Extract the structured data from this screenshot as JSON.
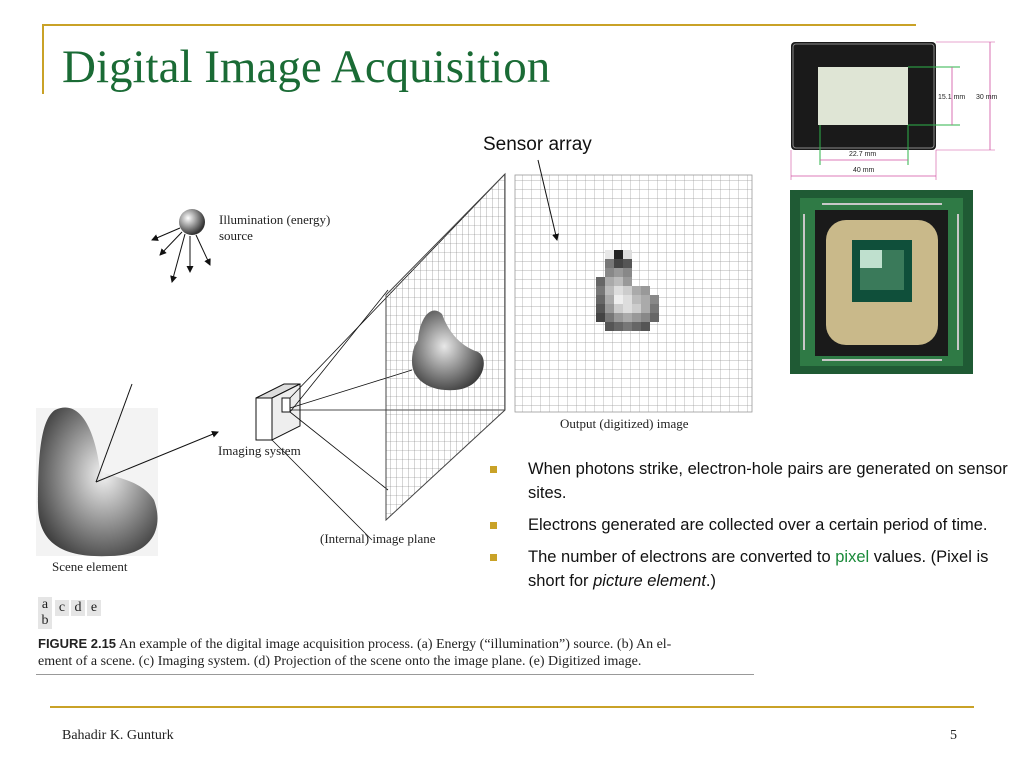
{
  "slide": {
    "title": "Digital Image Acquisition",
    "page_number": "5",
    "author": "Bahadir K. Gunturk"
  },
  "figure": {
    "sensor_array_label": "Sensor array",
    "illumination_label_1": "Illumination (energy)",
    "illumination_label_2": "source",
    "imaging_system_label": "Imaging system",
    "scene_element_label": "Scene element",
    "image_plane_label": "(Internal) image plane",
    "output_label": "Output (digitized) image",
    "panel_letters": [
      "a",
      "b",
      "c",
      "d",
      "e"
    ],
    "caption_bold": "FIGURE 2.15",
    "caption_line1": "An example of the digital image acquisition process. (a) Energy (“illumination”) source. (b) An el-",
    "caption_line2": "ement of a scene. (c) Imaging system. (d) Projection of the scene onto the image plane. (e) Digitized image."
  },
  "sensor_photo": {
    "dim_height": "15.1 mm",
    "dim_total_height": "30 mm",
    "dim_width": "22.7 mm",
    "dim_total_width": "40 mm"
  },
  "bullets": {
    "b1": "When photons strike, electron-hole pairs are generated on sensor sites.",
    "b2": "Electrons generated are collected over a certain period of time.",
    "b3_before": "The number of electrons are converted to ",
    "b3_highlight": "pixel",
    "b3_after": " values. (Pixel is short for ",
    "b3_italic": "picture element",
    "b3_end": ".)"
  },
  "colors": {
    "title": "#1a6b35",
    "accent_rule": "#c9a227",
    "highlight": "#1a8a3a"
  }
}
